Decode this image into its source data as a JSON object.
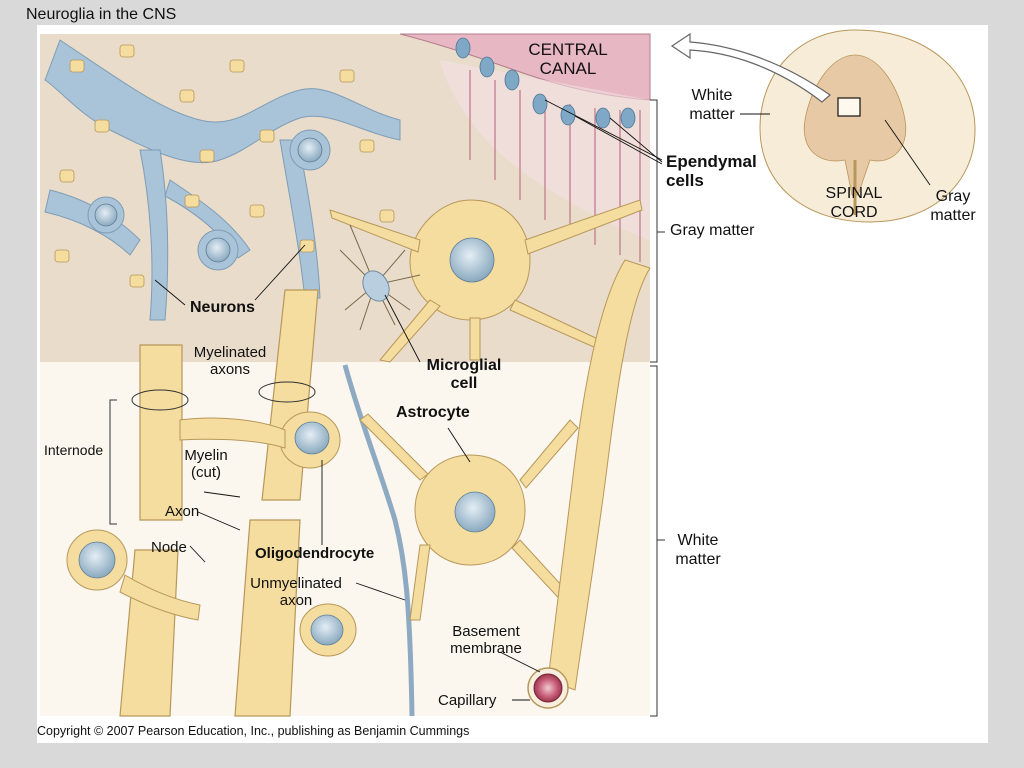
{
  "title": "Neuroglia in the CNS",
  "labels": {
    "central_canal": "CENTRAL\nCANAL",
    "white_matter_top": "White\nmatter",
    "ependymal_cells": "Ependymal\ncells",
    "spinal_cord": "SPINAL\nCORD",
    "gray_matter_right": "Gray\nmatter",
    "gray_matter": "Gray matter",
    "neurons": "Neurons",
    "myelinated_axons": "Myelinated\naxons",
    "microglial_cell": "Microglial\ncell",
    "astrocyte": "Astrocyte",
    "internode": "Internode",
    "myelin_cut": "Myelin\n(cut)",
    "axon": "Axon",
    "node": "Node",
    "oligodendrocyte": "Oligodendrocyte",
    "unmyelinated_axon": "Unmyelinated\naxon",
    "white_matter_bottom": "White\nmatter",
    "basement_membrane": "Basement\nmembrane",
    "capillary": "Capillary"
  },
  "copyright": "Copyright © 2007 Pearson Education, Inc., publishing as Benjamin Cummings",
  "colors": {
    "gray_matter_bg": "#e9dccb",
    "neuron_blue": "#a9c3d8",
    "glia_yellow": "#f4dd9e",
    "glia_outline": "#b8975a",
    "ependymal_pink": "#e7b7c3",
    "capillary_red": "#b4415a"
  }
}
